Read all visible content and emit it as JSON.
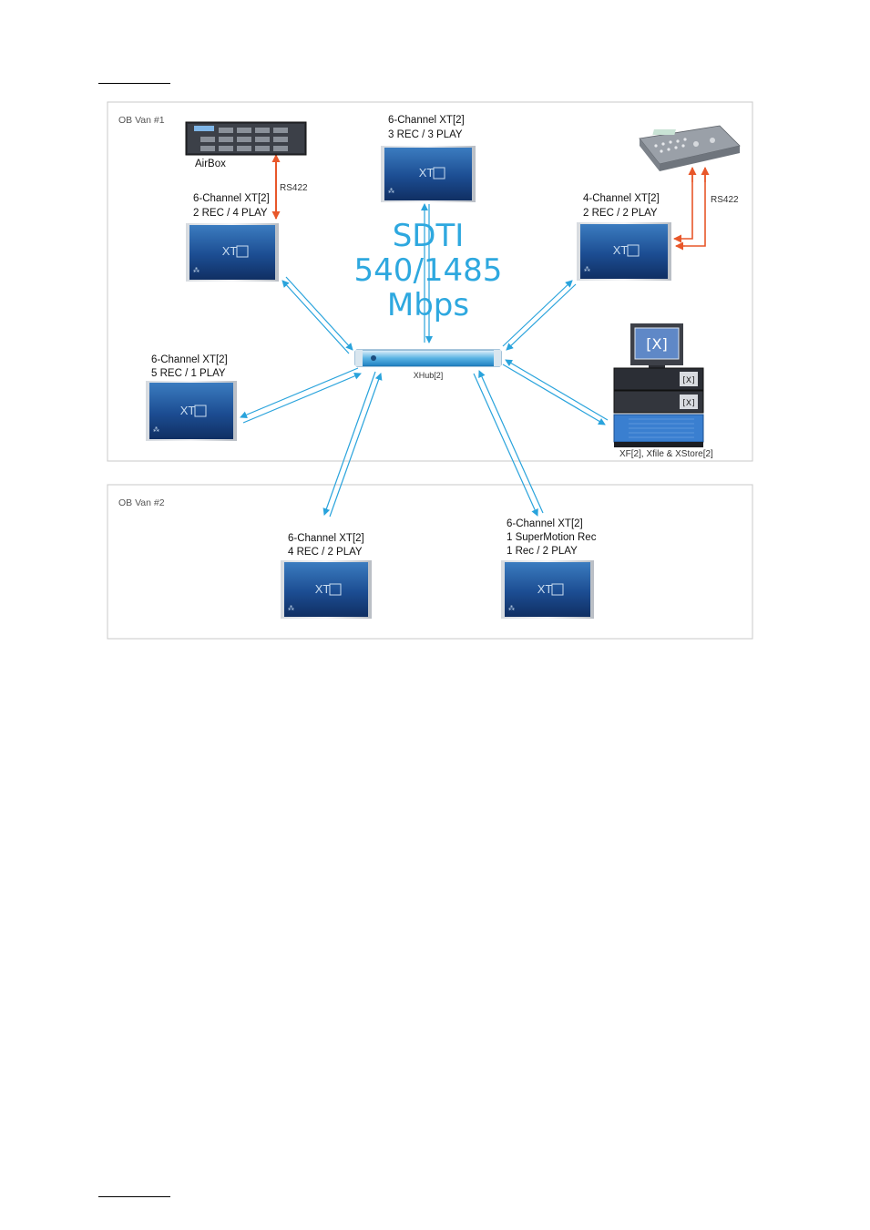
{
  "vans": {
    "van1": "OB Van #1",
    "van2": "OB Van #2"
  },
  "sdti": {
    "line1": "SDTI",
    "line2": "540/1485",
    "line3": "Mbps"
  },
  "hub_label": "XHub[2]",
  "rs422_label": "RS422",
  "airbox_label": "AirBox",
  "storage_label": "XF[2], Xfile & XStore[2]",
  "xt_logo": "XT",
  "servers": [
    {
      "title": "6-Channel XT[2]",
      "config": "3 REC / 3 PLAY"
    },
    {
      "title": "6-Channel XT[2]",
      "config": "2 REC / 4 PLAY"
    },
    {
      "title": "4-Channel XT[2]",
      "config": "2 REC / 2 PLAY"
    },
    {
      "title": "6-Channel XT[2]",
      "config": "5 REC / 1 PLAY"
    },
    {
      "title": "6-Channel XT[2]",
      "config": "4 REC / 2 PLAY"
    },
    {
      "title": "6-Channel XT[2]",
      "config": "1 SuperMotion Rec",
      "config2": "1 Rec / 2 PLAY"
    }
  ],
  "colors": {
    "link": "#29a3dc",
    "rs422": "#e8572a",
    "server_dark": "#163a78",
    "server_light": "#2f6fb3"
  }
}
